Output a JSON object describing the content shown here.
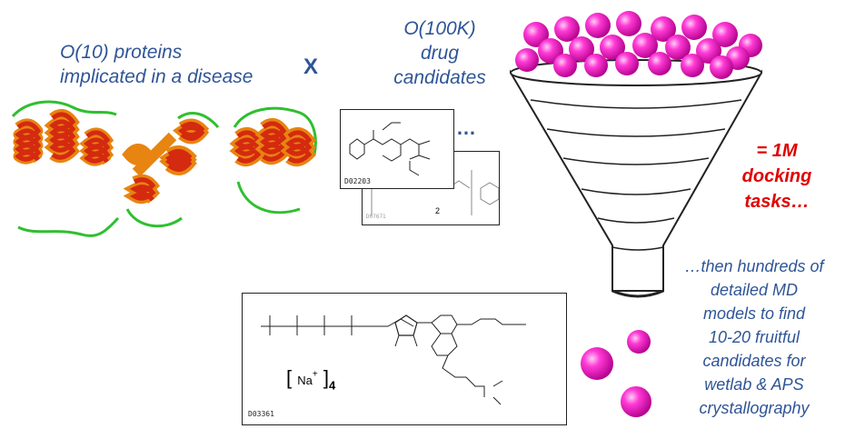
{
  "proteins_label": [
    "O(10) proteins",
    "implicated in a disease"
  ],
  "times_symbol": "X",
  "drugs_label": [
    "O(100K)",
    "drug",
    "candidates"
  ],
  "ellipsis": "…",
  "docking_label": [
    "= 1M",
    "docking",
    "tasks…"
  ],
  "md_label": [
    "…then hundreds of",
    "detailed MD",
    "models to find",
    "10-20 fruitful",
    "candidates for",
    "wetlab & APS",
    "crystallography"
  ],
  "card_front_code": "D02203",
  "card_back_code": "D07671",
  "card_back_subscript": "2",
  "big_card_code": "D03361",
  "big_card_salt": "Na",
  "big_card_salt_count": "4",
  "colors": {
    "text_blue": "#2f5597",
    "docking_red": "#e00000",
    "sphere": "#ff1fd2",
    "helix_red": "#d42a10",
    "helix_orange": "#e88410",
    "loop_green": "#2fbf2f"
  }
}
